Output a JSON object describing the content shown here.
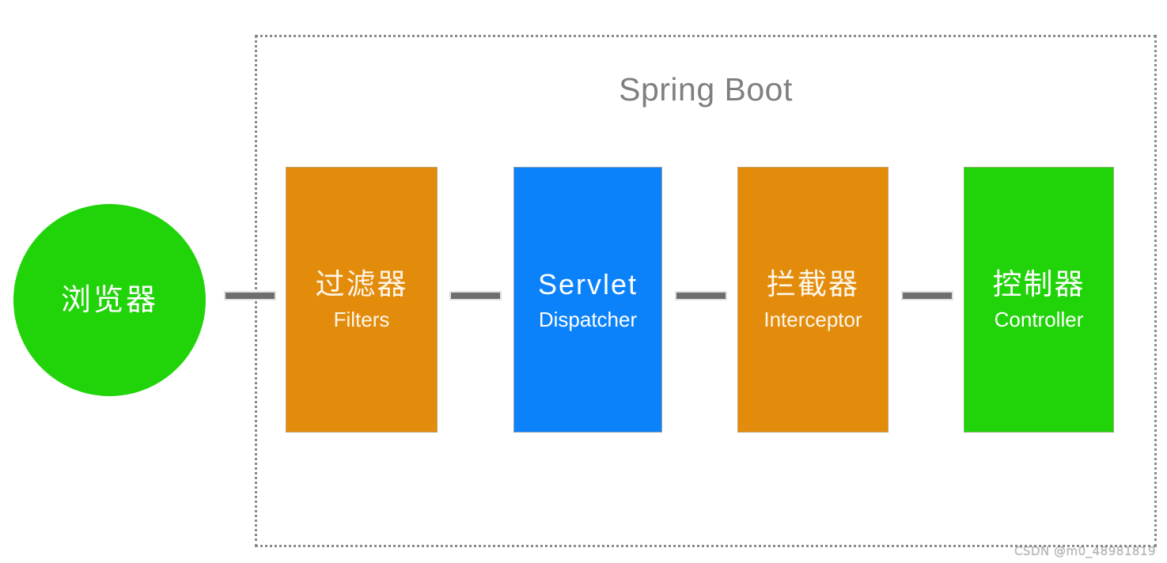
{
  "diagram": {
    "title": "Spring Boot",
    "boundary_label": "Spring Boot"
  },
  "source_node": {
    "cn_label": "浏览器",
    "en_label": "",
    "color": "#21d309",
    "shape": "circle"
  },
  "stages": [
    {
      "id": "filters",
      "cn_label": "过滤器",
      "en_label": "Filters",
      "color": "#e38c0c"
    },
    {
      "id": "servlet",
      "cn_label": "Servlet",
      "en_label": "Dispatcher",
      "color": "#0c82fa"
    },
    {
      "id": "interceptor",
      "cn_label": "拦截器",
      "en_label": "Interceptor",
      "color": "#e38c0c"
    },
    {
      "id": "controller",
      "cn_label": "控制器",
      "en_label": "Controller",
      "color": "#21d309"
    }
  ],
  "connectors": [
    {
      "id": "browser-to-filters",
      "color": "#6e6e6e"
    },
    {
      "id": "filters-to-servlet",
      "color": "#6e6e6e"
    },
    {
      "id": "servlet-to-interceptor",
      "color": "#6e6e6e"
    },
    {
      "id": "interceptor-to-controller",
      "color": "#6e6e6e"
    }
  ],
  "watermark": {
    "text": "CSDN @m0_48981819"
  },
  "palette": {
    "orange": "#e38c0c",
    "blue": "#0c82fa",
    "green": "#21d309",
    "connector_gray": "#6e6e6e",
    "boundary_gray": "#8a8a8a",
    "title_gray": "#7f7f7f",
    "background": "#ffffff"
  }
}
